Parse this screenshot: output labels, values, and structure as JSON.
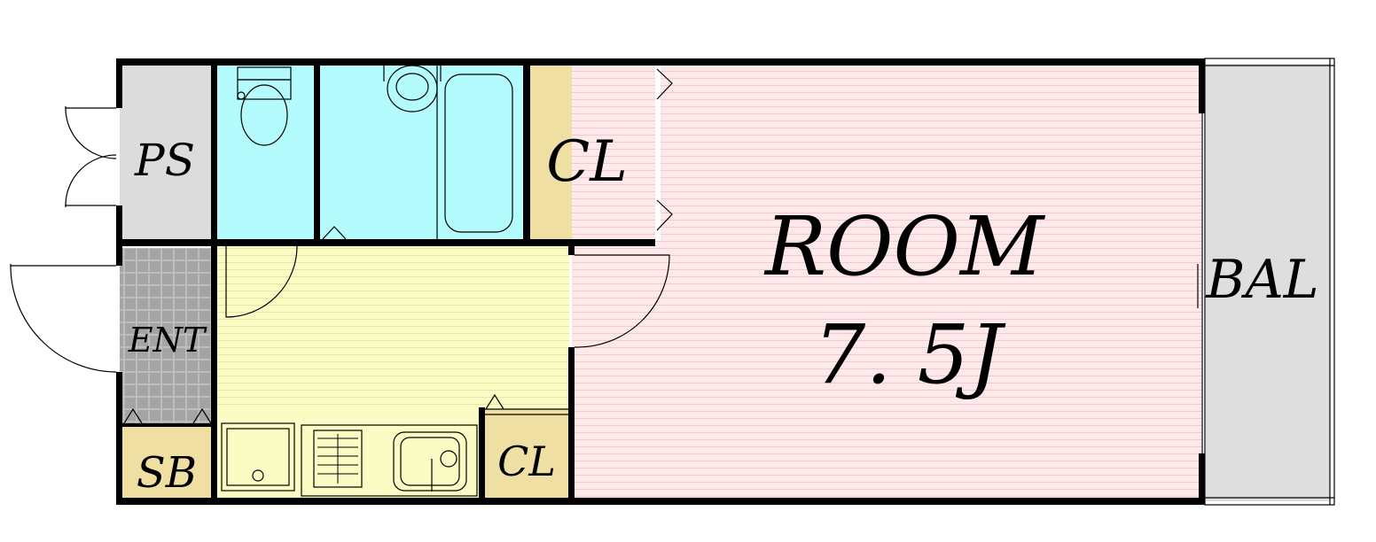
{
  "rooms": {
    "ps": {
      "label": "PS"
    },
    "cl_top": {
      "label": "CL"
    },
    "room": {
      "label": "ROOM",
      "size": "7. 5J"
    },
    "bal": {
      "label": "BAL"
    },
    "ent": {
      "label": "ENT"
    },
    "sb": {
      "label": "SB"
    },
    "cl_bottom": {
      "label": "CL"
    }
  },
  "colors": {
    "wall": "#000000",
    "gray_area": "#dcdcdc",
    "wet_area": "#b4fbfd",
    "closet": "#f0dfa3",
    "kitchen": "#fbfcc4",
    "room_floor": "#fde9ea",
    "balcony": "#dedede",
    "entrance_tile": "#a4a4a4"
  }
}
